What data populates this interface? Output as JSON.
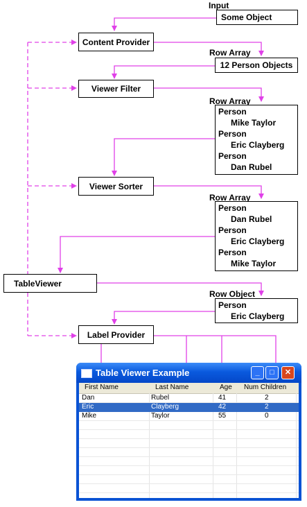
{
  "labels": {
    "input": "Input",
    "row_array_1": "Row Array",
    "row_array_2": "Row Array",
    "row_array_3": "Row Array",
    "row_object": "Row Object"
  },
  "boxes": {
    "some_object": "Some Object",
    "content_provider": "Content Provider",
    "person_objects": "12 Person Objects",
    "viewer_filter": "Viewer Filter",
    "viewer_sorter": "Viewer Sorter",
    "table_viewer": "TableViewer",
    "label_provider": "Label Provider"
  },
  "filtered": [
    {
      "label": "Person",
      "name": "Mike Taylor"
    },
    {
      "label": "Person",
      "name": "Eric Clayberg"
    },
    {
      "label": "Person",
      "name": "Dan Rubel"
    }
  ],
  "sorted": [
    {
      "label": "Person",
      "name": "Dan Rubel"
    },
    {
      "label": "Person",
      "name": "Eric Clayberg"
    },
    {
      "label": "Person",
      "name": "Mike Taylor"
    }
  ],
  "row_object": {
    "label": "Person",
    "name": "Eric Clayberg"
  },
  "window": {
    "title": "Table Viewer Example",
    "columns": [
      "First Name",
      "Last Name",
      "Age",
      "Num Children"
    ],
    "rows": [
      [
        "Dan",
        "Rubel",
        "41",
        "2"
      ],
      [
        "Eric",
        "Clayberg",
        "42",
        "2"
      ],
      [
        "Mike",
        "Taylor",
        "55",
        "0"
      ]
    ],
    "selected_row": 1
  },
  "colors": {
    "arrow": "#e040e8",
    "selection": "#316ac5",
    "title_bar": "#0a5ade"
  }
}
